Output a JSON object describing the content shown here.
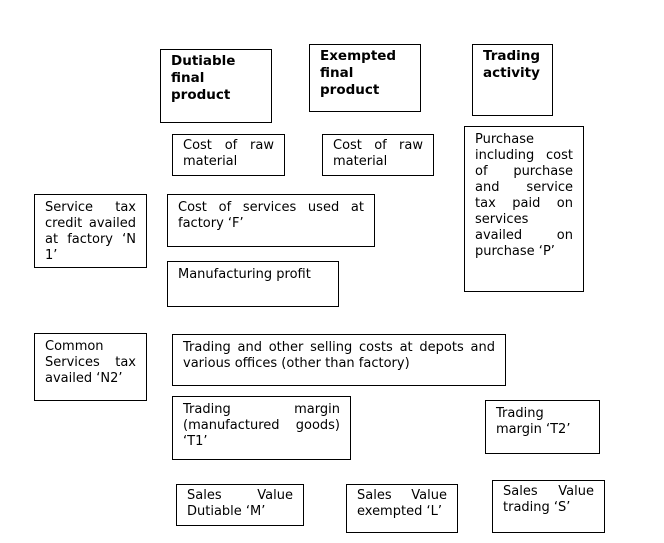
{
  "headers": {
    "dutiable": [
      "Dutiable",
      "final",
      "product"
    ],
    "exempted": [
      "Exempted",
      "final",
      "product"
    ],
    "trading": [
      "Trading",
      "activity"
    ]
  },
  "boxes": {
    "cost_raw_1": [
      "Cost of raw",
      "material"
    ],
    "cost_raw_2": [
      "Cost of raw",
      "material"
    ],
    "purchase": [
      "Purchase",
      "including cost",
      "of purchase",
      "and service",
      "tax paid on",
      "services",
      "availed on",
      "purchase ‘P’"
    ],
    "service_tax_credit": [
      "Service tax",
      "credit availed",
      "at factory ‘N",
      "1’"
    ],
    "cost_services": [
      "Cost of services used at",
      "factory ‘F’"
    ],
    "manufacturing_profit": [
      "Manufacturing profit"
    ],
    "common_services": [
      "Common",
      "Services tax",
      "availed ‘N2’"
    ],
    "trading_costs": [
      "Trading and other selling costs at depots and",
      "various offices (other than factory)"
    ],
    "trading_margin_t1": [
      "Trading margin",
      "(manufactured goods)",
      "‘T1’"
    ],
    "trading_margin_t2": [
      "Trading",
      "margin ‘T2’"
    ],
    "sales_dutiable": [
      "Sales Value",
      "Dutiable ‘M’"
    ],
    "sales_exempted": [
      "Sales Value",
      "exempted ‘L’"
    ],
    "sales_trading": [
      "Sales Value",
      "trading ‘S’"
    ]
  }
}
